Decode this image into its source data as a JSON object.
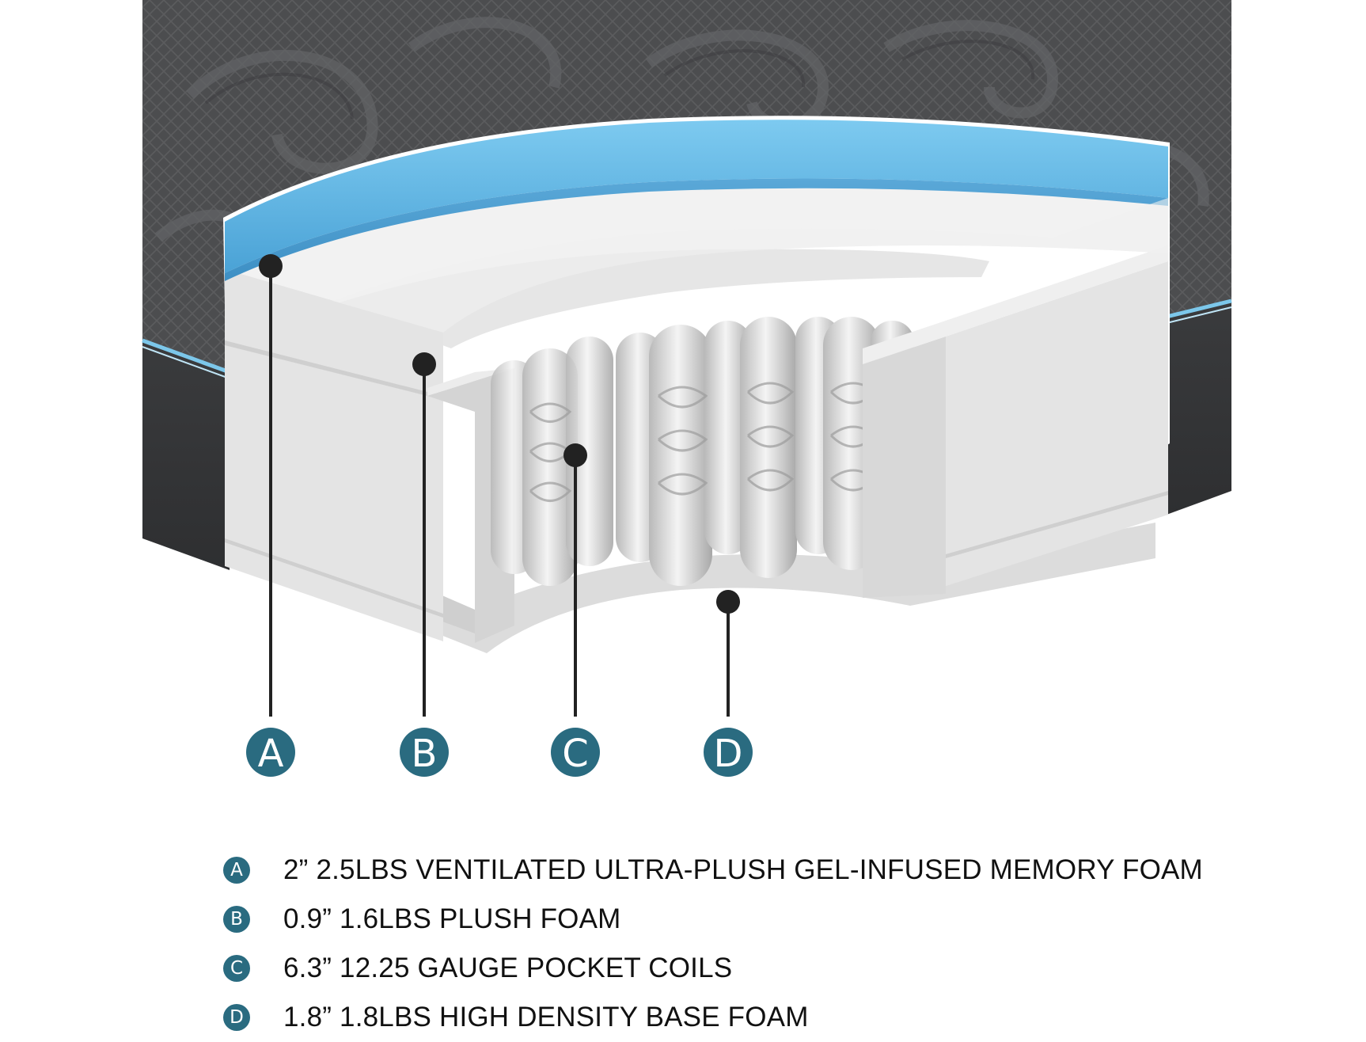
{
  "colors": {
    "accent": "#2a6b80",
    "gel_foam": "#5fb4e0",
    "fabric": "#4b4c4e",
    "foam_gray": "#e2e2e2",
    "dot": "#222222"
  },
  "layers": [
    {
      "letter": "A",
      "description": "2” 2.5LBS VENTILATED ULTRA-PLUSH GEL-INFUSED MEMORY FOAM"
    },
    {
      "letter": "B",
      "description": "0.9” 1.6LBS PLUSH FOAM"
    },
    {
      "letter": "C",
      "description": "6.3” 12.25 GAUGE POCKET COILS"
    },
    {
      "letter": "D",
      "description": "1.8” 1.8LBS HIGH DENSITY BASE FOAM"
    }
  ]
}
